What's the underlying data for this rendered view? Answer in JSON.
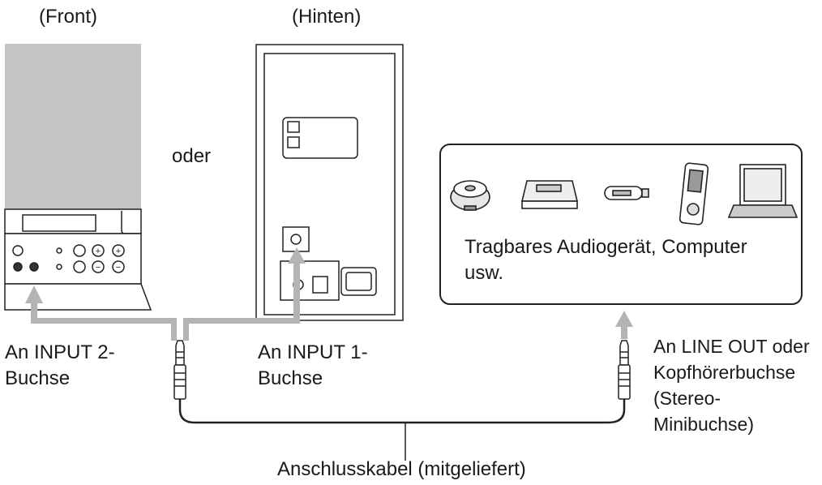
{
  "labels": {
    "front": "(Front)",
    "rear": "(Hinten)",
    "or": "oder",
    "input2_line1": "An INPUT 2-",
    "input2_line2": "Buchse",
    "input1_line1": "An INPUT 1-",
    "input1_line2": "Buchse",
    "devices_line1": "Tragbares Audiogerät, Computer",
    "devices_line2": "usw.",
    "lineout_line1": "An LINE OUT oder",
    "lineout_line2": "Kopfhörerbuchse",
    "lineout_line3": "(Stereo-",
    "lineout_line4": "Minibuchse)",
    "cable": "Anschlusskabel (mitgeliefert)"
  },
  "devices": [
    {
      "icon": "cd-player-icon"
    },
    {
      "icon": "md-player-icon"
    },
    {
      "icon": "usb-stick-icon"
    },
    {
      "icon": "portable-player-icon"
    },
    {
      "icon": "laptop-icon"
    }
  ],
  "colors": {
    "speaker_front": "#c2c2c2",
    "line": "#222222",
    "arrow": "#b4b4b4",
    "background": "#ffffff"
  }
}
